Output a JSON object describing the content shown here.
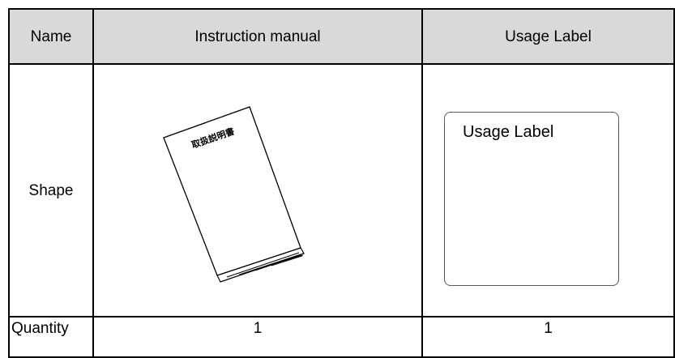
{
  "table": {
    "header": {
      "name": "Name",
      "instruction_manual": "Instruction manual",
      "usage_label": "Usage Label"
    },
    "shape_row": {
      "label": "Shape",
      "usage_label_figure_text": "Usage Label",
      "booklet_cover_text": "取扱説明書"
    },
    "quantity_row": {
      "label": "Quantity",
      "instruction_manual_qty": "1",
      "usage_label_qty": "1"
    }
  },
  "colors": {
    "header_background": "#d9d9d9",
    "border": "#000000",
    "label_figure_border": "#595959"
  },
  "icons": {
    "booklet": "instruction-booklet-icon",
    "usage_label": "usage-label-card-icon"
  }
}
